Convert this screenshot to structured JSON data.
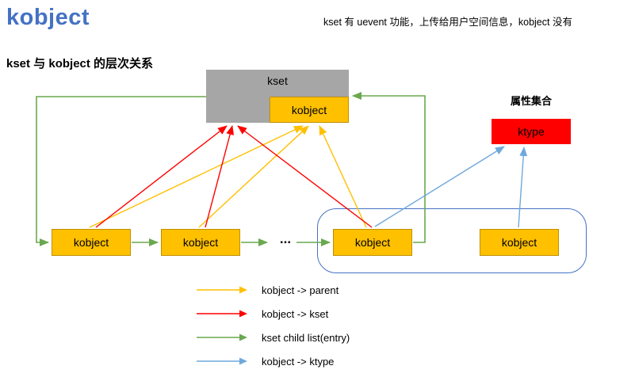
{
  "page": {
    "title": "kobject",
    "note": "kset 有 uevent 功能，上传给用户空间信息，kobject 没有",
    "subtitle": "kset 与 kobject 的层次关系"
  },
  "colors": {
    "title": "#4472C4",
    "kset_box": "#A6A6A6",
    "kobject_box": "#FFC000",
    "ktype_box": "#FF0000",
    "group_border": "#4472C4",
    "parent_arrow": "#FFC000",
    "kset_arrow": "#FF0000",
    "child_list_arrow": "#6AA84F",
    "ktype_arrow": "#6FA8DC"
  },
  "diagram": {
    "kset_label": "kset",
    "kset_kobject_label": "kobject",
    "ktype_caption": "属性集合",
    "ktype_label": "ktype",
    "ellipsis": "...",
    "nodes": [
      {
        "label": "kobject"
      },
      {
        "label": "kobject"
      },
      {
        "label": "kobject"
      },
      {
        "label": "kobject"
      }
    ]
  },
  "legend": [
    {
      "label": "kobject -> parent",
      "color": "#FFC000"
    },
    {
      "label": "kobject -> kset",
      "color": "#FF0000"
    },
    {
      "label": "kset child list(entry)",
      "color": "#6AA84F"
    },
    {
      "label": "kobject -> ktype",
      "color": "#6FA8DC"
    }
  ]
}
